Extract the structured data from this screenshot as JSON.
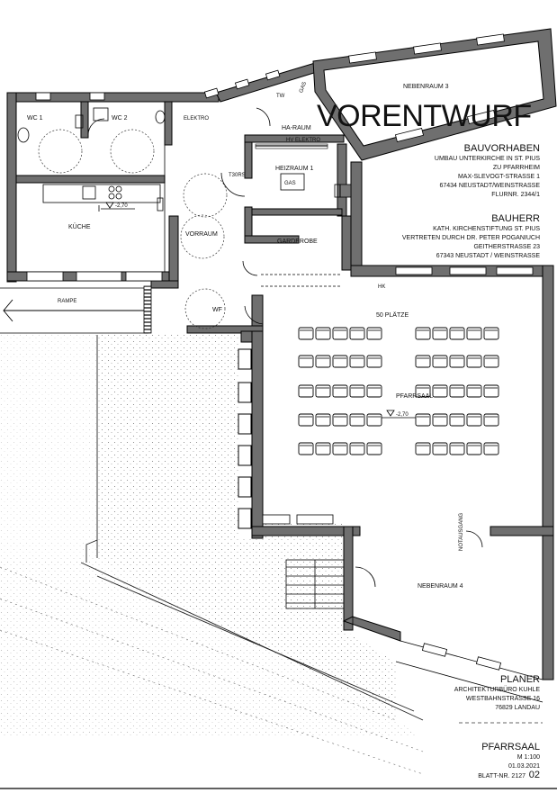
{
  "header": {
    "title": "VORENTWURF"
  },
  "rooms": {
    "nebenraum3": "NEBENRAUM 3",
    "wc1": "WC 1",
    "wc2": "WC 2",
    "elektro": "ELEKTRO",
    "ha_raum": "HA-RAUM",
    "hv_elektro": "HV ELEKTRO",
    "tw": "TW",
    "gas_top": "GAS",
    "heizraum1": "HEIZRAUM 1",
    "gas": "GAS",
    "t30rs": "T30RS",
    "kueche": "KÜCHE",
    "kueche_level": "-2,70",
    "vorraum": "VORRAUM",
    "garderobe": "GARDEROBE",
    "hk": "HK",
    "rampe": "RAMPE",
    "wf": "WF",
    "plaetze": "50 PLÄTZE",
    "pfarrsaal": "PFARRSAAL",
    "pfarrsaal_level": "-2,70",
    "notausgang": "NOTAUSGANG",
    "nebenraum4": "NEBENRAUM 4"
  },
  "bauvorhaben": {
    "heading": "BAUVORHABEN",
    "lines": [
      "UMBAU UNTERKIRCHE IN ST. PIUS",
      "ZU PFARRHEIM",
      "MAX-SLEVOGT-STRASSE 1",
      "67434 NEUSTADT/WEINSTRASSE",
      "FLURNR. 2344/1"
    ]
  },
  "bauherr": {
    "heading": "BAUHERR",
    "lines": [
      "KATH. KIRCHENSTIFTUNG ST. PIUS",
      "VERTRETEN DURCH DR. PETER POGANIUCH",
      "GEITHERSTRASSE 23",
      "67343 NEUSTADT / WEINSTRASSE"
    ]
  },
  "planer": {
    "heading": "PLANER",
    "lines": [
      "ARCHITEKTURBÜRO KUHLE",
      "WESTBAHNSTRASSE 16",
      "76829 LANDAU"
    ]
  },
  "sheet": {
    "heading": "PFARRSAAL",
    "scale": "M 1:100",
    "date": "01.03.2021",
    "sheet_no": "BLATT-NR. 2127",
    "sheet_idx": "02"
  }
}
